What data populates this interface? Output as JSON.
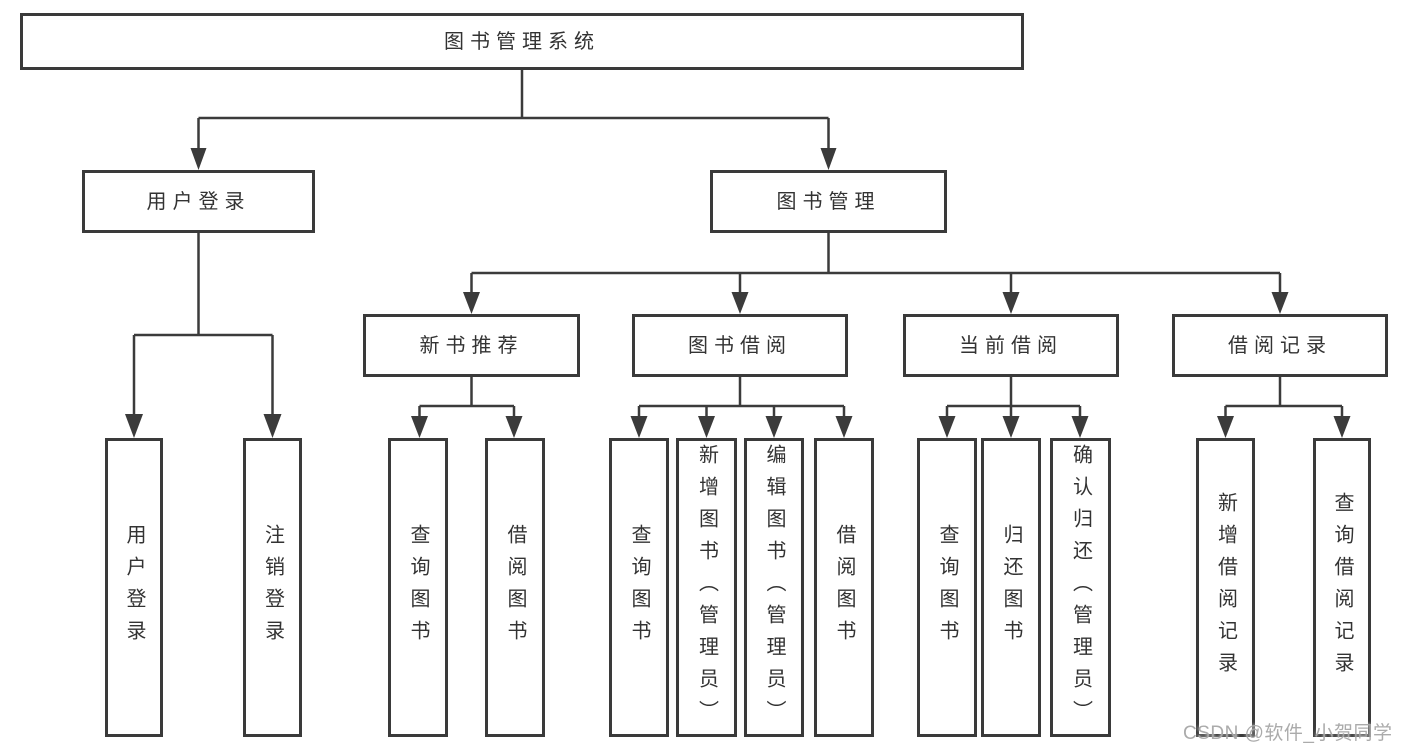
{
  "diagram": {
    "root": {
      "label": "图书管理系统"
    },
    "level2": [
      {
        "label": "用户登录"
      },
      {
        "label": "图书管理"
      }
    ],
    "level3": [
      {
        "label": "新书推荐"
      },
      {
        "label": "图书借阅"
      },
      {
        "label": "当前借阅"
      },
      {
        "label": "借阅记录"
      }
    ],
    "leaves": [
      {
        "label": "用户登录"
      },
      {
        "label": "注销登录"
      },
      {
        "label": "查询图书"
      },
      {
        "label": "借阅图书"
      },
      {
        "label": "查询图书"
      },
      {
        "label": "新增图书（管理员）"
      },
      {
        "label": "编辑图书（管理员）"
      },
      {
        "label": "借阅图书"
      },
      {
        "label": "查询图书"
      },
      {
        "label": "归还图书"
      },
      {
        "label": "确认归还（管理员）"
      },
      {
        "label": "新增借阅记录"
      },
      {
        "label": "查询借阅记录"
      }
    ],
    "colors": {
      "line": "#3b3b3b",
      "border": "#3a3a3a",
      "text": "#333333",
      "watermark": "#a6a6a6"
    }
  },
  "watermark": {
    "text": "CSDN @软件_小贺同学"
  }
}
